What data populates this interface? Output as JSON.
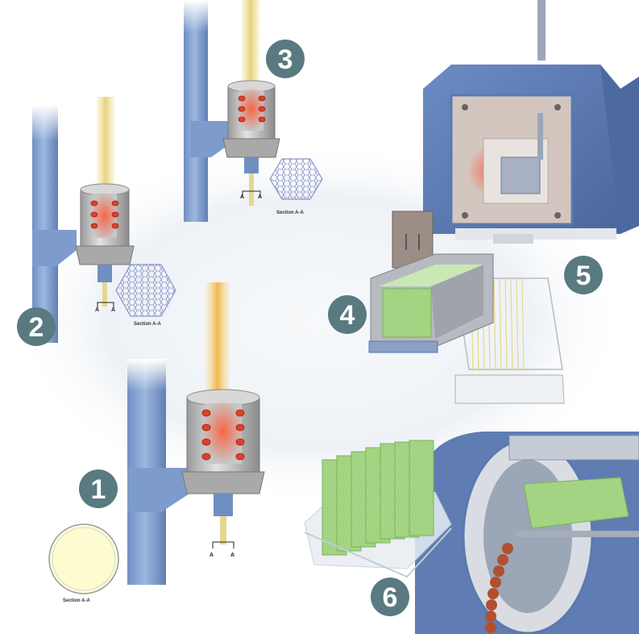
{
  "steps": [
    {
      "number": "1"
    },
    {
      "number": "2"
    },
    {
      "number": "3"
    },
    {
      "number": "4"
    },
    {
      "number": "5"
    },
    {
      "number": "6"
    }
  ],
  "sections": {
    "section_1": {
      "label": "Section A-A",
      "marker_left": "A",
      "marker_right": "A"
    },
    "section_2": {
      "label": "Section A-A",
      "marker_left": "A",
      "marker_right": "A"
    },
    "section_3": {
      "label": "Section A-A",
      "marker_left": "A",
      "marker_right": "A"
    }
  },
  "colors": {
    "step_badge": "#587a80",
    "pipe_blue": "#7f9fcf",
    "machine_blue": "#5a79b0",
    "heater_red": "#e0402a",
    "fiber_yellow": "#efe3a0",
    "fiber_block_green": "#a9d989",
    "background_disc": "#eef2f6"
  }
}
